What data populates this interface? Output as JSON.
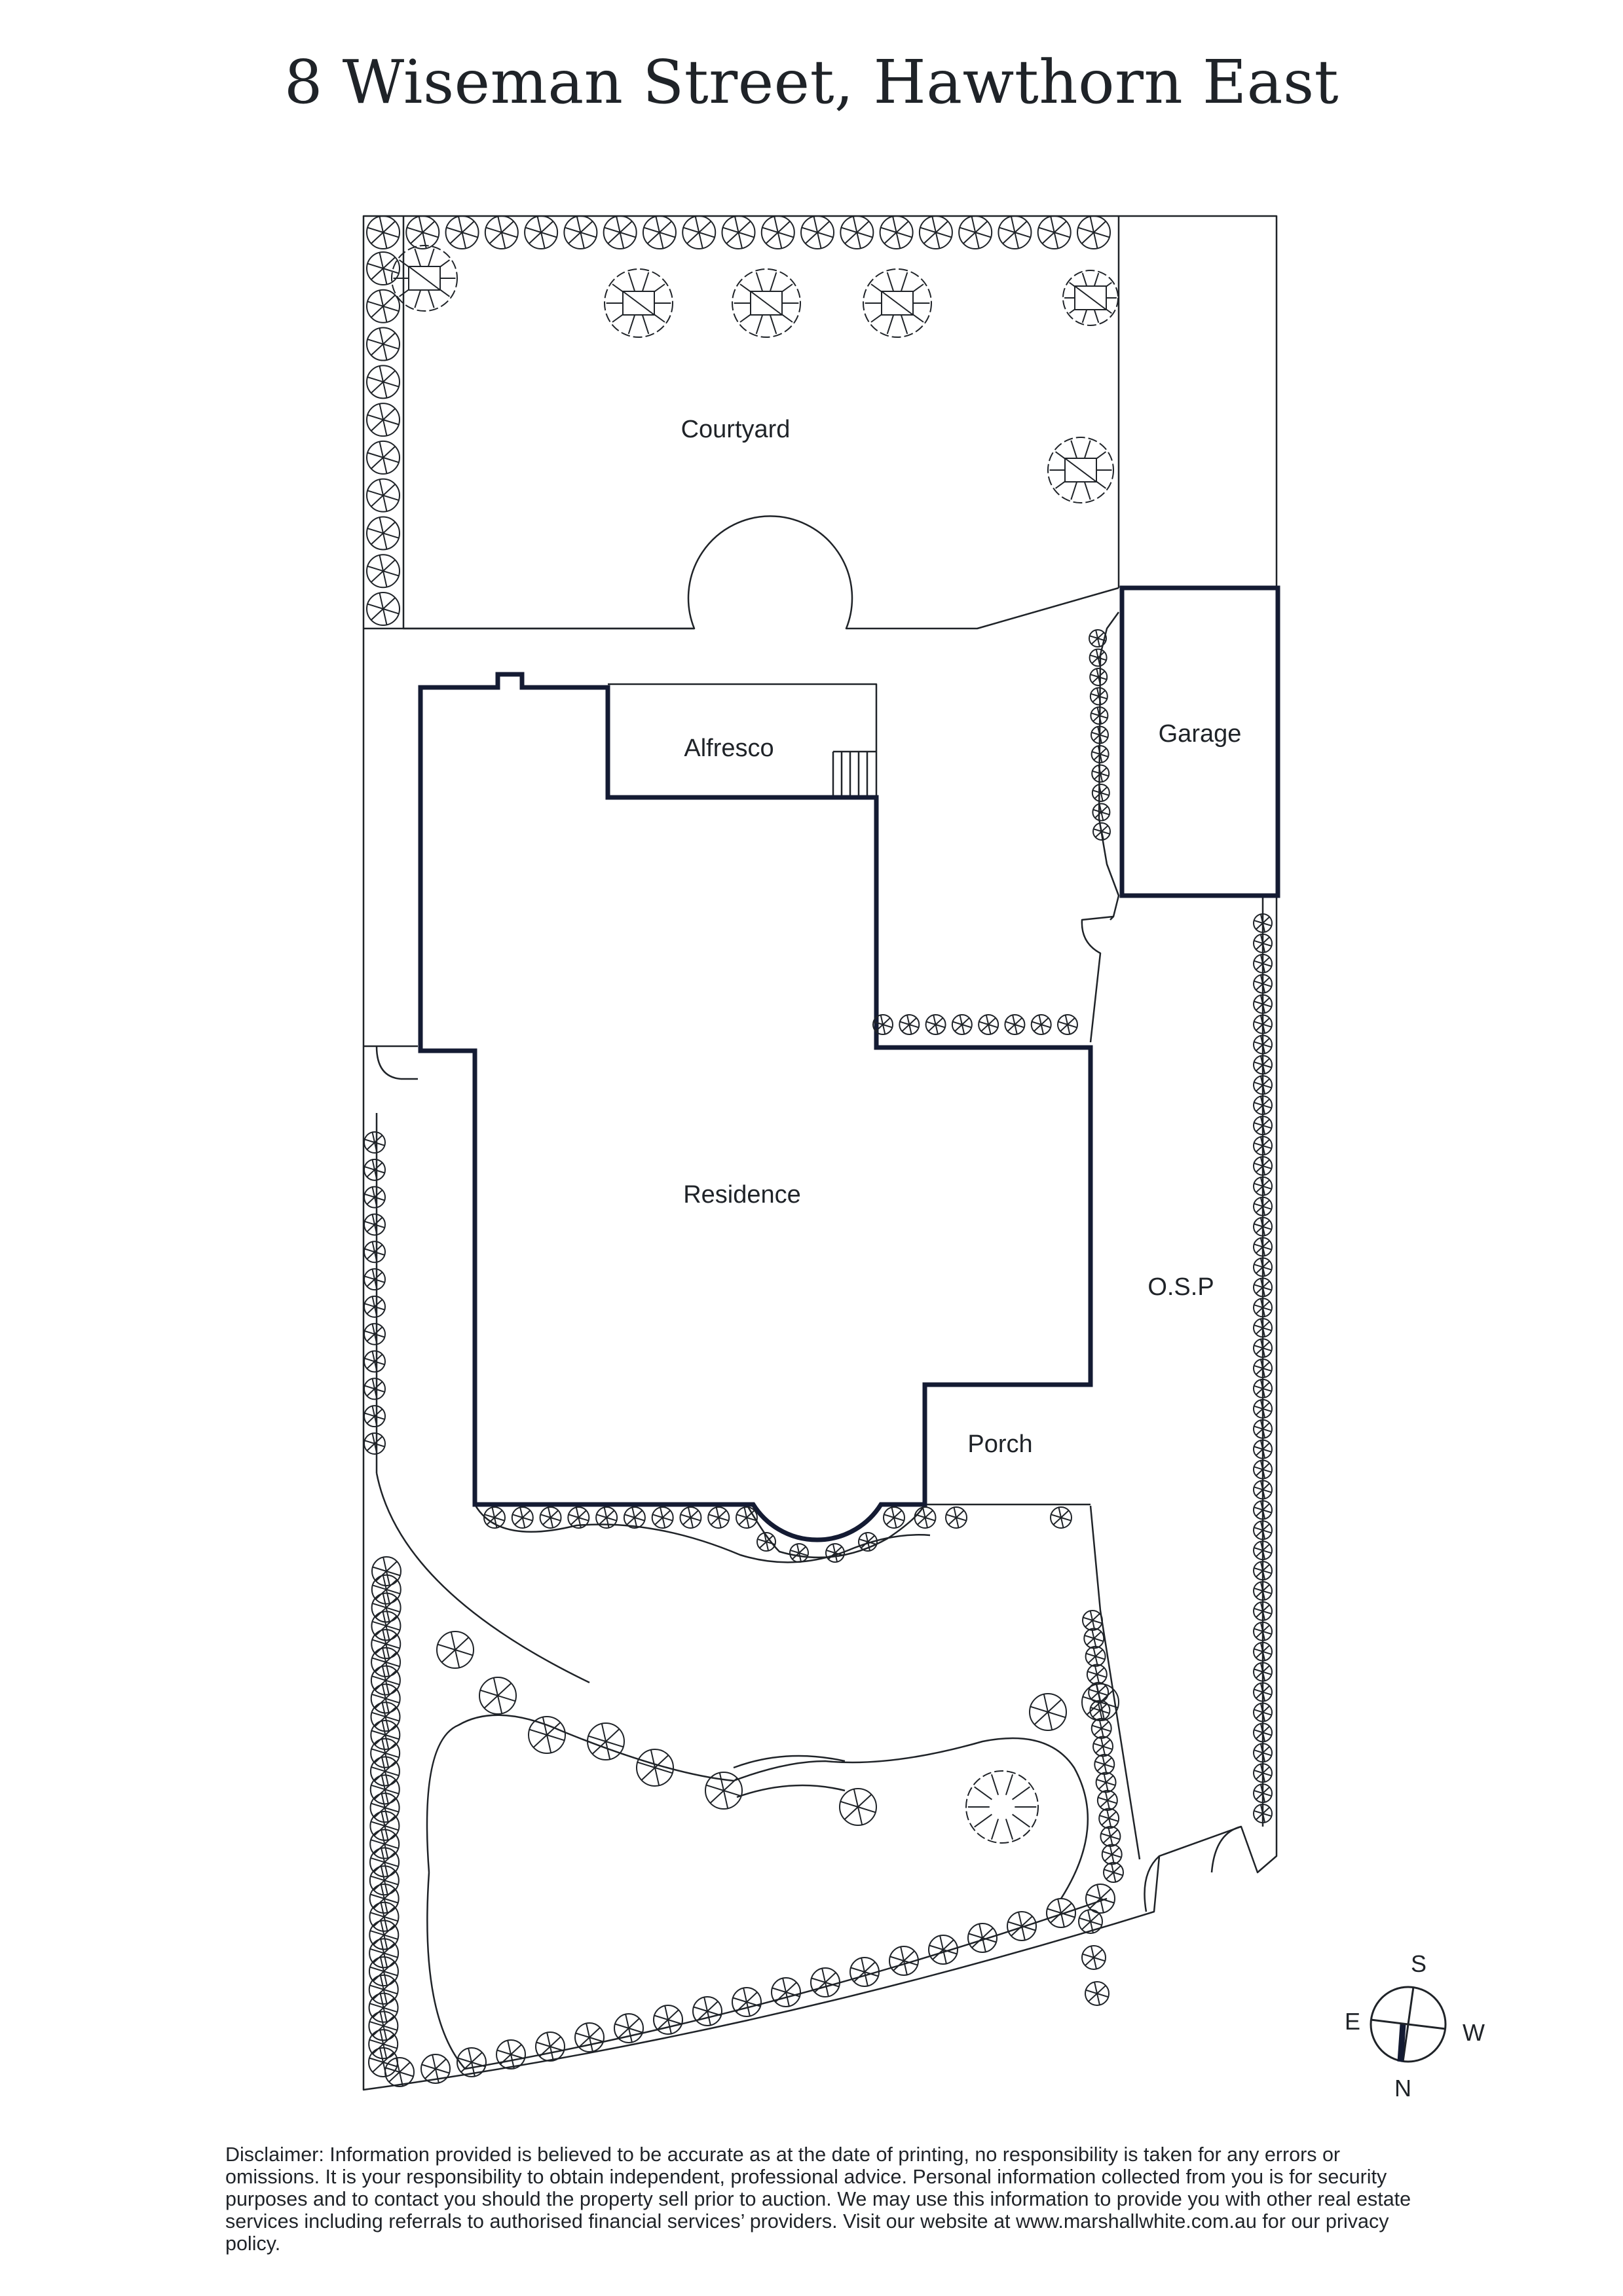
{
  "title": "8 Wiseman Street, Hawthorn East",
  "labels": {
    "courtyard": "Courtyard",
    "alfresco": "Alfresco",
    "garage": "Garage",
    "residence": "Residence",
    "osp": "O.S.P",
    "porch": "Porch"
  },
  "compass": {
    "s": "S",
    "e": "E",
    "w": "W",
    "n": "N"
  },
  "disclaimer": "Disclaimer: Information provided is believed to be accurate as at the date of printing, no responsibility is taken for any errors or omissions. It is your responsibility to obtain independent, professional advice. Personal information collected from you is for security purposes and to contact you should the property sell prior to auction. We may use this information to provide you with other real estate services including referrals to authorised financial services’ providers. Visit our website at www.marshallwhite.com.au for our privacy policy.",
  "colors": {
    "ink": "#1f2328",
    "wall": "#141b33",
    "paper": "#ffffff"
  }
}
